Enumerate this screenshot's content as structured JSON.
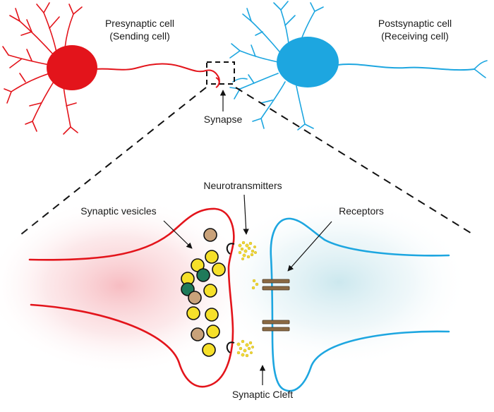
{
  "labels": {
    "presynaptic_title": "Presynaptic cell",
    "presynaptic_sub": "(Sending cell)",
    "postsynaptic_title": "Postsynaptic cell",
    "postsynaptic_sub": "(Receiving cell)",
    "synapse": "Synapse",
    "neurotransmitters": "Neurotransmitters",
    "synaptic_vesicles": "Synaptic vesicles",
    "receptors": "Receptors",
    "synaptic_cleft": "Synaptic Cleft"
  },
  "colors": {
    "presynaptic": "#e3141b",
    "postsynaptic": "#1da6e0",
    "vesicle_yellow": "#f6e02a",
    "vesicle_tan": "#c9a27a",
    "vesicle_green": "#1f7a5a",
    "neurotransmitter": "#f2d933",
    "receptor": "#8b6a44"
  }
}
